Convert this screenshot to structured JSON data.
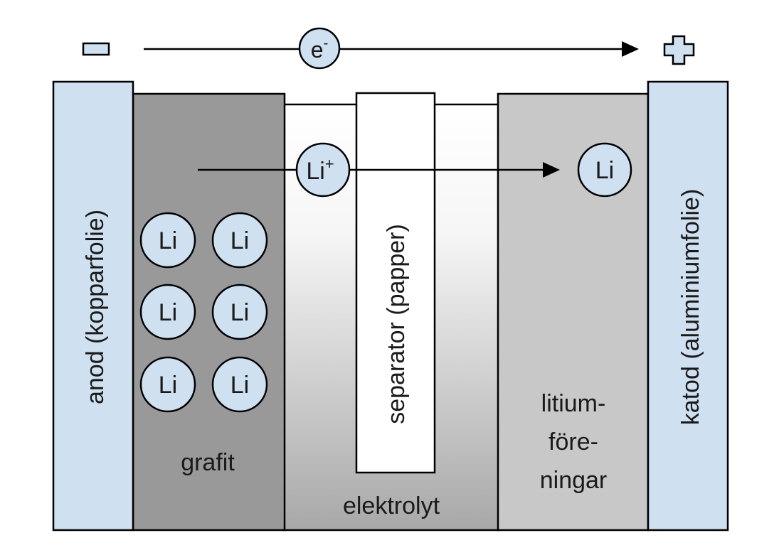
{
  "terminals": {
    "negative_icon": "minus-sign",
    "positive_icon": "plus-sign"
  },
  "electron": {
    "label": "e",
    "charge": "-"
  },
  "ion": {
    "label": "Li",
    "charge": "+"
  },
  "labels": {
    "anode": "anod (kopparfolie)",
    "cathode": "katod (aluminiumfolie)",
    "graphite": "grafit",
    "electrolyte": "elektrolyt",
    "separator": "separator (papper)",
    "lithium_compounds": [
      "litium-",
      "före-",
      "ningar"
    ]
  },
  "lithium_atoms": {
    "label": "Li",
    "anode_count": 6,
    "cathode_count": 1
  },
  "colors": {
    "foil": "#cfe0f1",
    "atom_fill": "#cfe0f1",
    "graphite": "#999999",
    "cathode_material": "#c8c8c8",
    "outline": "#000000",
    "electrolyte_top": "#ffffff",
    "electrolyte_bottom": "#a8a8a8"
  }
}
